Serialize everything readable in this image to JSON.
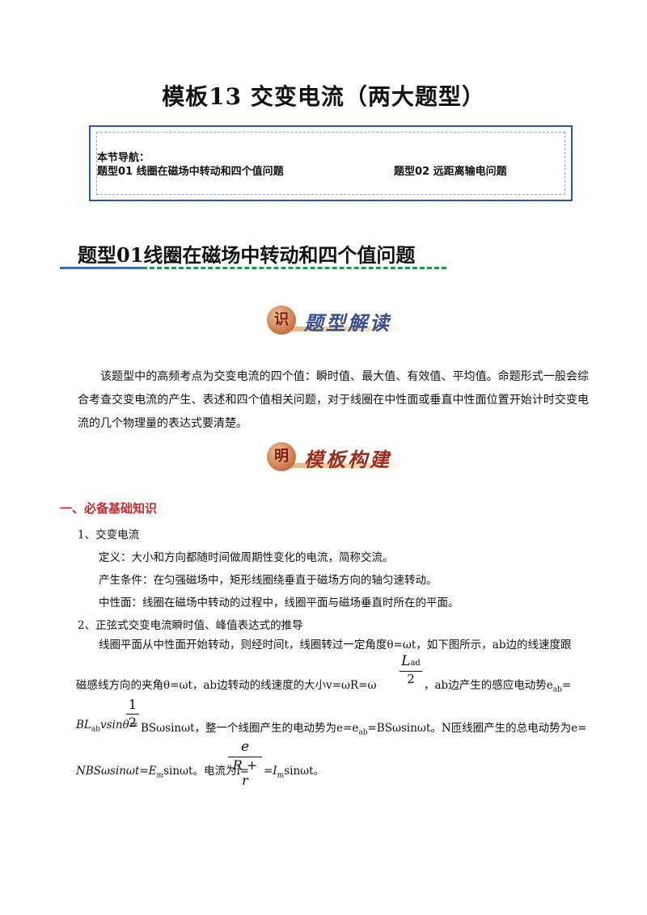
{
  "title": "模板13  交变电流（两大题型）",
  "nav": {
    "label": "本节导航：",
    "item1": "题型01    线圈在磁场中转动和四个值问题",
    "item2": "题型02  远距离输电问题"
  },
  "section_title": "题型01线圈在磁场中转动和四个值问题",
  "badge1": {
    "icon": "识",
    "text": "题型解读"
  },
  "intro": "该题型中的高频考点为交变电流的四个值：瞬时值、最大值、有效值、平均值。命题形式一般会综合考查交变电流的产生、表述和四个值相关问题，对于线圈在中性面或垂直中性面位置开始计时交变电流的几个物理量的表达式要清楚。",
  "badge2": {
    "icon": "明",
    "text": "模板构建"
  },
  "heading1": "一、必备基础知识",
  "item1": {
    "title": "1、交变电流",
    "def": "定义：大小和方向都随时间做周期性变化的电流，简称交流。",
    "cond": "产生条件：在匀强磁场中，矩形线圈绕垂直于磁场方向的轴匀速转动。",
    "neutral": "中性面：线圈在磁场中转动的过程中，线圈平面与磁场垂直时所在的平面。"
  },
  "item2": {
    "title": "2、正弦式交变电流瞬时值、峰值表达式的推导",
    "p1": "线圈平面从中性面开始转动，则经时间t，线圈转过一定角度θ=ωt，如下图所示，ab边的线速度跟",
    "p2a": "磁感线方向的夹角θ=ωt，ab边转动的线速度的大小v=ωR=ω",
    "p2b": "，ab边产生的感应电动势e",
    "p2c": "=",
    "frac1_num": "L",
    "frac1_sub": "ad",
    "frac1_den": "2",
    "sub_ab": "ab",
    "p3a": "BL",
    "p3b": "vsinθ=",
    "frac2_num": "1",
    "frac2_den": "2",
    "p3c": "BSωsinωt，整一个线圈产生的电动势为e=e",
    "p3d": "=BSωsinωt。N匝线圈产生的总电动势为e=",
    "p4a": "NBSωsinωt=E",
    "sub_m": "m",
    "p4b": "sinωt。电流为i=",
    "frac3_num": "e",
    "frac3_den": "R + r",
    "p4c": "=I",
    "p4d": "sinωt。"
  }
}
